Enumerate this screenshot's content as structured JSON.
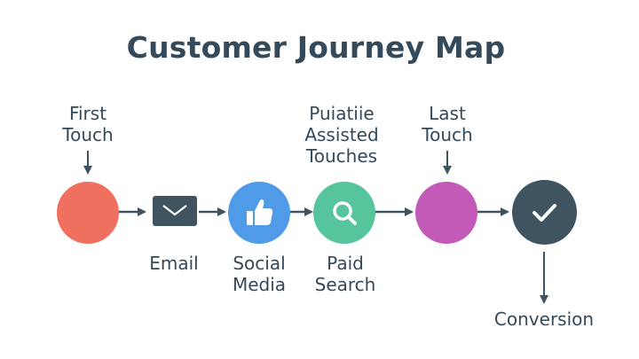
{
  "title": "Customer Journey Map",
  "labels": {
    "first_touch": [
      "First",
      "Touch"
    ],
    "assisted": [
      "Puiatiie",
      "Assisted",
      "Touches"
    ],
    "last_touch": [
      "Last",
      "Touch"
    ],
    "email": "Email",
    "social": [
      "Social",
      "Media"
    ],
    "paid": [
      "Paid",
      "Search"
    ],
    "conversion": "Conversion"
  },
  "icons": {
    "email": "envelope-icon",
    "social": "thumbs-up-icon",
    "paid": "magnifier-icon",
    "conversion": "checkmark-icon"
  },
  "colors": {
    "first_touch": "#f0705f",
    "email": "#3f5360",
    "social": "#4f9be8",
    "paid": "#56c59b",
    "last_touch": "#c35ab8",
    "conversion": "#3f5360",
    "text": "#34495a"
  }
}
